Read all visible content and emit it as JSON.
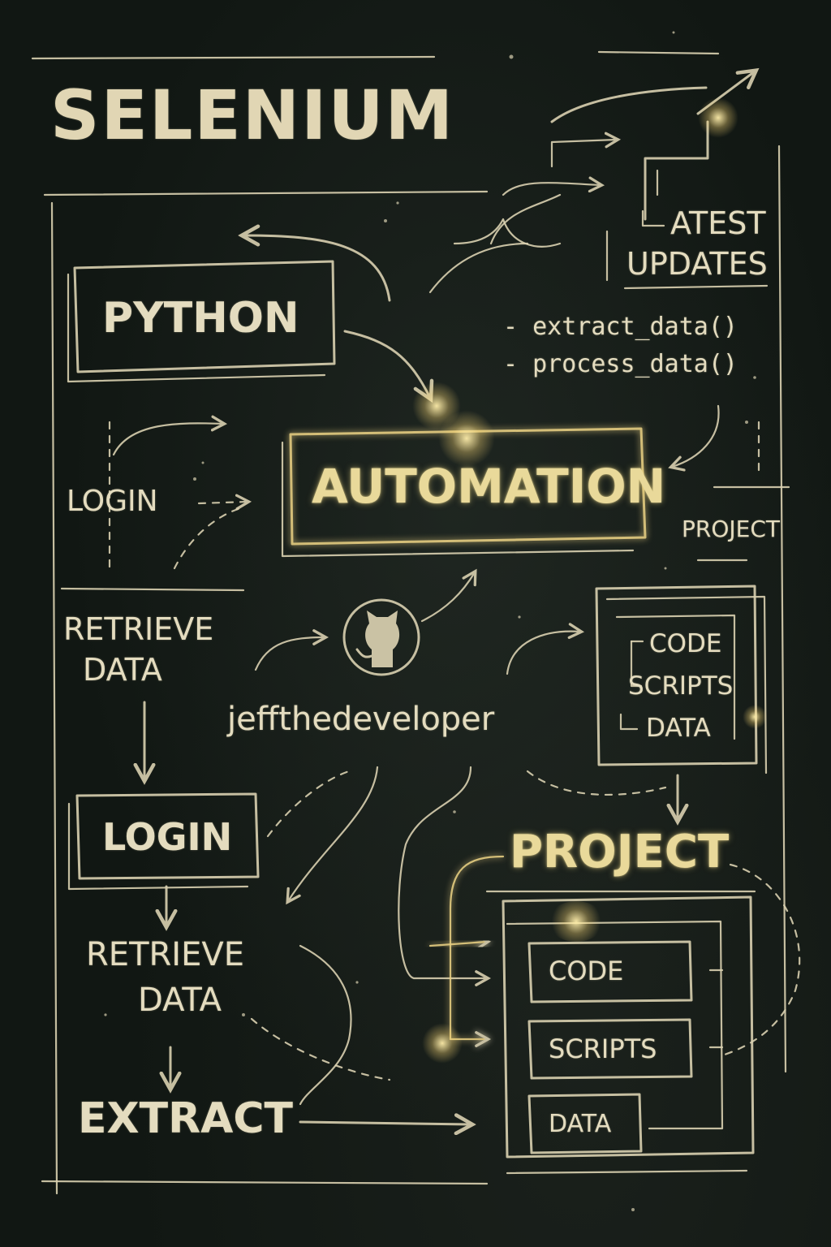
{
  "title": "SELENIUM",
  "nodes": {
    "python": "PYTHON",
    "automation": "AUTOMATION",
    "latest_updates_line1": "ATEST",
    "latest_updates_line2": "UPDATES",
    "fn_extract": "- extract_data()",
    "fn_process": "- process_data()",
    "project_small": "PROJECT",
    "login_top": "LOGIN",
    "retrieve_top_line1": "RETRIEVE",
    "retrieve_top_line2": "DATA",
    "github_user": "jeffthedeveloper",
    "folder_code": "CODE",
    "folder_scripts": "SCRIPTS",
    "folder_data": "DATA",
    "login_box": "LOGIN",
    "retrieve_bottom_line1": "RETRIEVE",
    "retrieve_bottom_line2": "DATA",
    "extract": "EXTRACT",
    "project_big": "PROJECT",
    "project_code": "CODE",
    "project_scripts": "SCRIPTS",
    "project_data": "DATA"
  },
  "colors": {
    "background": "#111713",
    "chalk": "#d9d0b0",
    "highlight": "#e8cf82"
  },
  "icons": {
    "github": "github-octocat-icon"
  }
}
